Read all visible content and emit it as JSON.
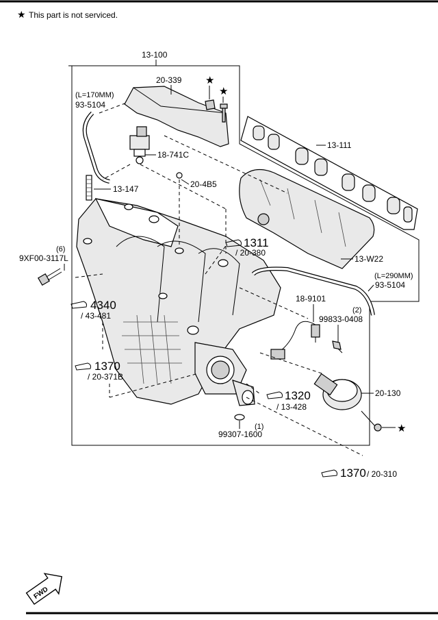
{
  "header": {
    "note": "This part is not serviced.",
    "star_symbol": "★"
  },
  "assembly": {
    "code": "13-100"
  },
  "parts": {
    "p_20_339": "20-339",
    "p_93_5104_top_length": "(L=170MM)",
    "p_93_5104_top": "93-5104",
    "p_18_741c": "18-741C",
    "p_20_4b5": "20-4B5",
    "p_13_147": "13-147",
    "p_13_111": "13-111",
    "p_13_w22": "13-W22",
    "p_9xf00_qty": "(6)",
    "p_9xf00": "9XF00-3117L",
    "p_93_5104_right_length": "(L=290MM)",
    "p_93_5104_right": "93-5104",
    "p_18_9101": "18-9101",
    "p_99833_qty": "(2)",
    "p_99833": "99833-0408",
    "p_20_130": "20-130",
    "p_99307_qty": "(1)",
    "p_99307": "99307-1600"
  },
  "references": {
    "r1311_main": "1311",
    "r1311_sub": "/ 20-380",
    "r4340_main": "4340",
    "r4340_sub": "/ 43-481",
    "r1370_main": "1370",
    "r1370_sub": "/ 20-371B",
    "r1320_main": "1320",
    "r1320_sub": "/ 13-428",
    "r1370b_main": "1370",
    "r1370b_sub": "/ 20-310"
  },
  "fwd": {
    "label": "FWD"
  }
}
